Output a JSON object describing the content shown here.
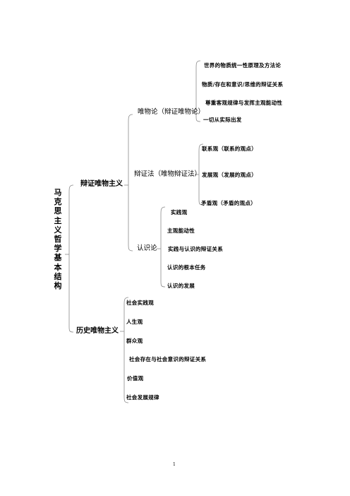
{
  "root": {
    "title": "马克思主义哲学基本结构"
  },
  "branches": [
    {
      "label": "辩证唯物主义",
      "children": [
        {
          "label": "唯物论（辩证唯物论）",
          "items": [
            "世界的物质统一性原理及方法论",
            "物质/存在和意识/思维的辩证关系",
            "尊重客观规律与发挥主观能动性",
            "一切从实际出发"
          ]
        },
        {
          "label": "辩证法（唯物辩证法）",
          "items": [
            "联系观（联系的观点）",
            "发展观（发展的观点）",
            "矛盾观（矛盾的观点）"
          ]
        },
        {
          "label": "认识论",
          "items": [
            "实践观",
            "主观能动性",
            "实践与认识的辩证关系",
            "认识的根本任务",
            "认识的发展"
          ]
        }
      ]
    },
    {
      "label": "历史唯物主义",
      "items": [
        "社会实践观",
        "人生观",
        "群众观",
        "社会存在与社会意识的辩证关系",
        "价值观",
        "社会发展规律"
      ]
    }
  ],
  "footer": {
    "page_number": "1"
  }
}
